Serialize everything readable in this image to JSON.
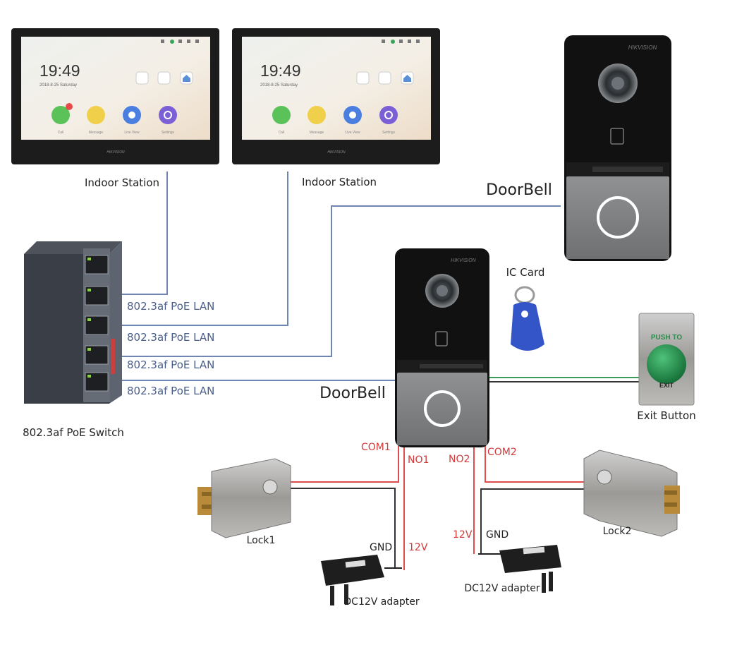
{
  "indoor_stations": [
    {
      "label": "Indoor Station",
      "time": "19:49",
      "date": "2018-8-25  Saturday",
      "brand": "HIKVISION",
      "apps": [
        "Call",
        "Message",
        "Live View",
        "Settings"
      ]
    },
    {
      "label": "Indoor Station",
      "time": "19:49",
      "date": "2018-8-25  Saturday",
      "brand": "HIKVISION",
      "apps": [
        "Call",
        "Message",
        "Live View",
        "Settings"
      ]
    }
  ],
  "doorbells": [
    {
      "label": "DoorBell",
      "brand": "HIKVISION"
    },
    {
      "label": "DoorBell",
      "brand": "HIKVISION"
    }
  ],
  "switch": {
    "label": "802.3af PoE Switch"
  },
  "lan_links": [
    "802.3af PoE LAN",
    "802.3af PoE LAN",
    "802.3af PoE LAN",
    "802.3af PoE LAN"
  ],
  "ic_card": {
    "label": "IC Card"
  },
  "exit_button": {
    "label": "Exit Button",
    "top_text": "PUSH TO",
    "bottom_text": "EXIT"
  },
  "locks": [
    "Lock1",
    "Lock2"
  ],
  "adapters": [
    "DC12V adapter",
    "DC12V adapter"
  ],
  "terminals": {
    "com1": "COM1",
    "no1": "NO1",
    "no2": "NO2",
    "com2": "COM2"
  },
  "power_pins": {
    "left_gnd": "GND",
    "left_12v": "12V",
    "right_12v": "12V",
    "right_gnd": "GND"
  },
  "colors": {
    "lan_line": "#6f86b4",
    "power_line": "#e04b4b",
    "ground_line": "#333333",
    "exit_line": "#3a9a5a"
  }
}
